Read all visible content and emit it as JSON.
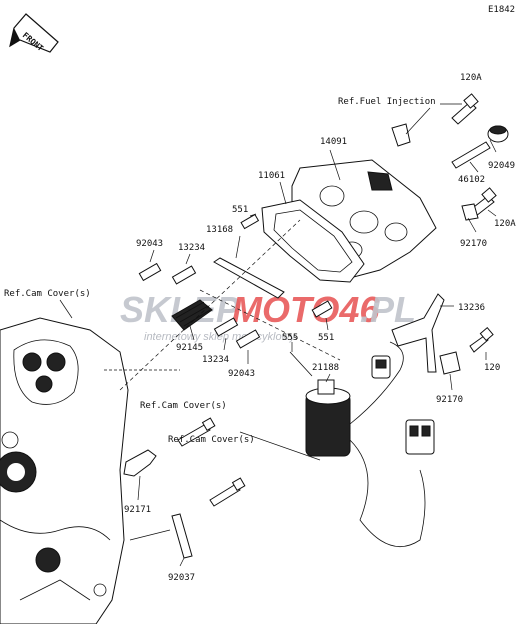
{
  "diagram_code": "E1842",
  "front_label": "FRONT",
  "watermark": {
    "main_a": "SKLEP",
    "main_b": "MOTO46",
    "main_c": ".PL",
    "sub": "internetowy sklep motocyklowy",
    "color_a": "#c0c4cc",
    "color_b": "#e85a5a"
  },
  "labels": {
    "ref_fuel_injection": "Ref.Fuel Injection",
    "ref_cam_cover_1": "Ref.Cam Cover(s)",
    "ref_cam_cover_2": "Ref.Cam Cover(s)",
    "ref_cam_cover_3": "Ref.Cam Cover(s)",
    "p120A_top": "120A",
    "p14091": "14091",
    "p92049": "92049",
    "p46102": "46102",
    "p120A_mid": "120A",
    "p11061": "11061",
    "p551_top": "551",
    "p13168": "13168",
    "p92170_top": "92170",
    "p92043_left": "92043",
    "p13234_left": "13234",
    "p13236": "13236",
    "p551_mid": "551",
    "p92145": "92145",
    "p120": "120",
    "p13234_bottom": "13234",
    "p555": "555",
    "p21188": "21188",
    "p92043_bottom": "92043",
    "p92170_bottom": "92170",
    "p92171": "92171",
    "p92037": "92037"
  }
}
